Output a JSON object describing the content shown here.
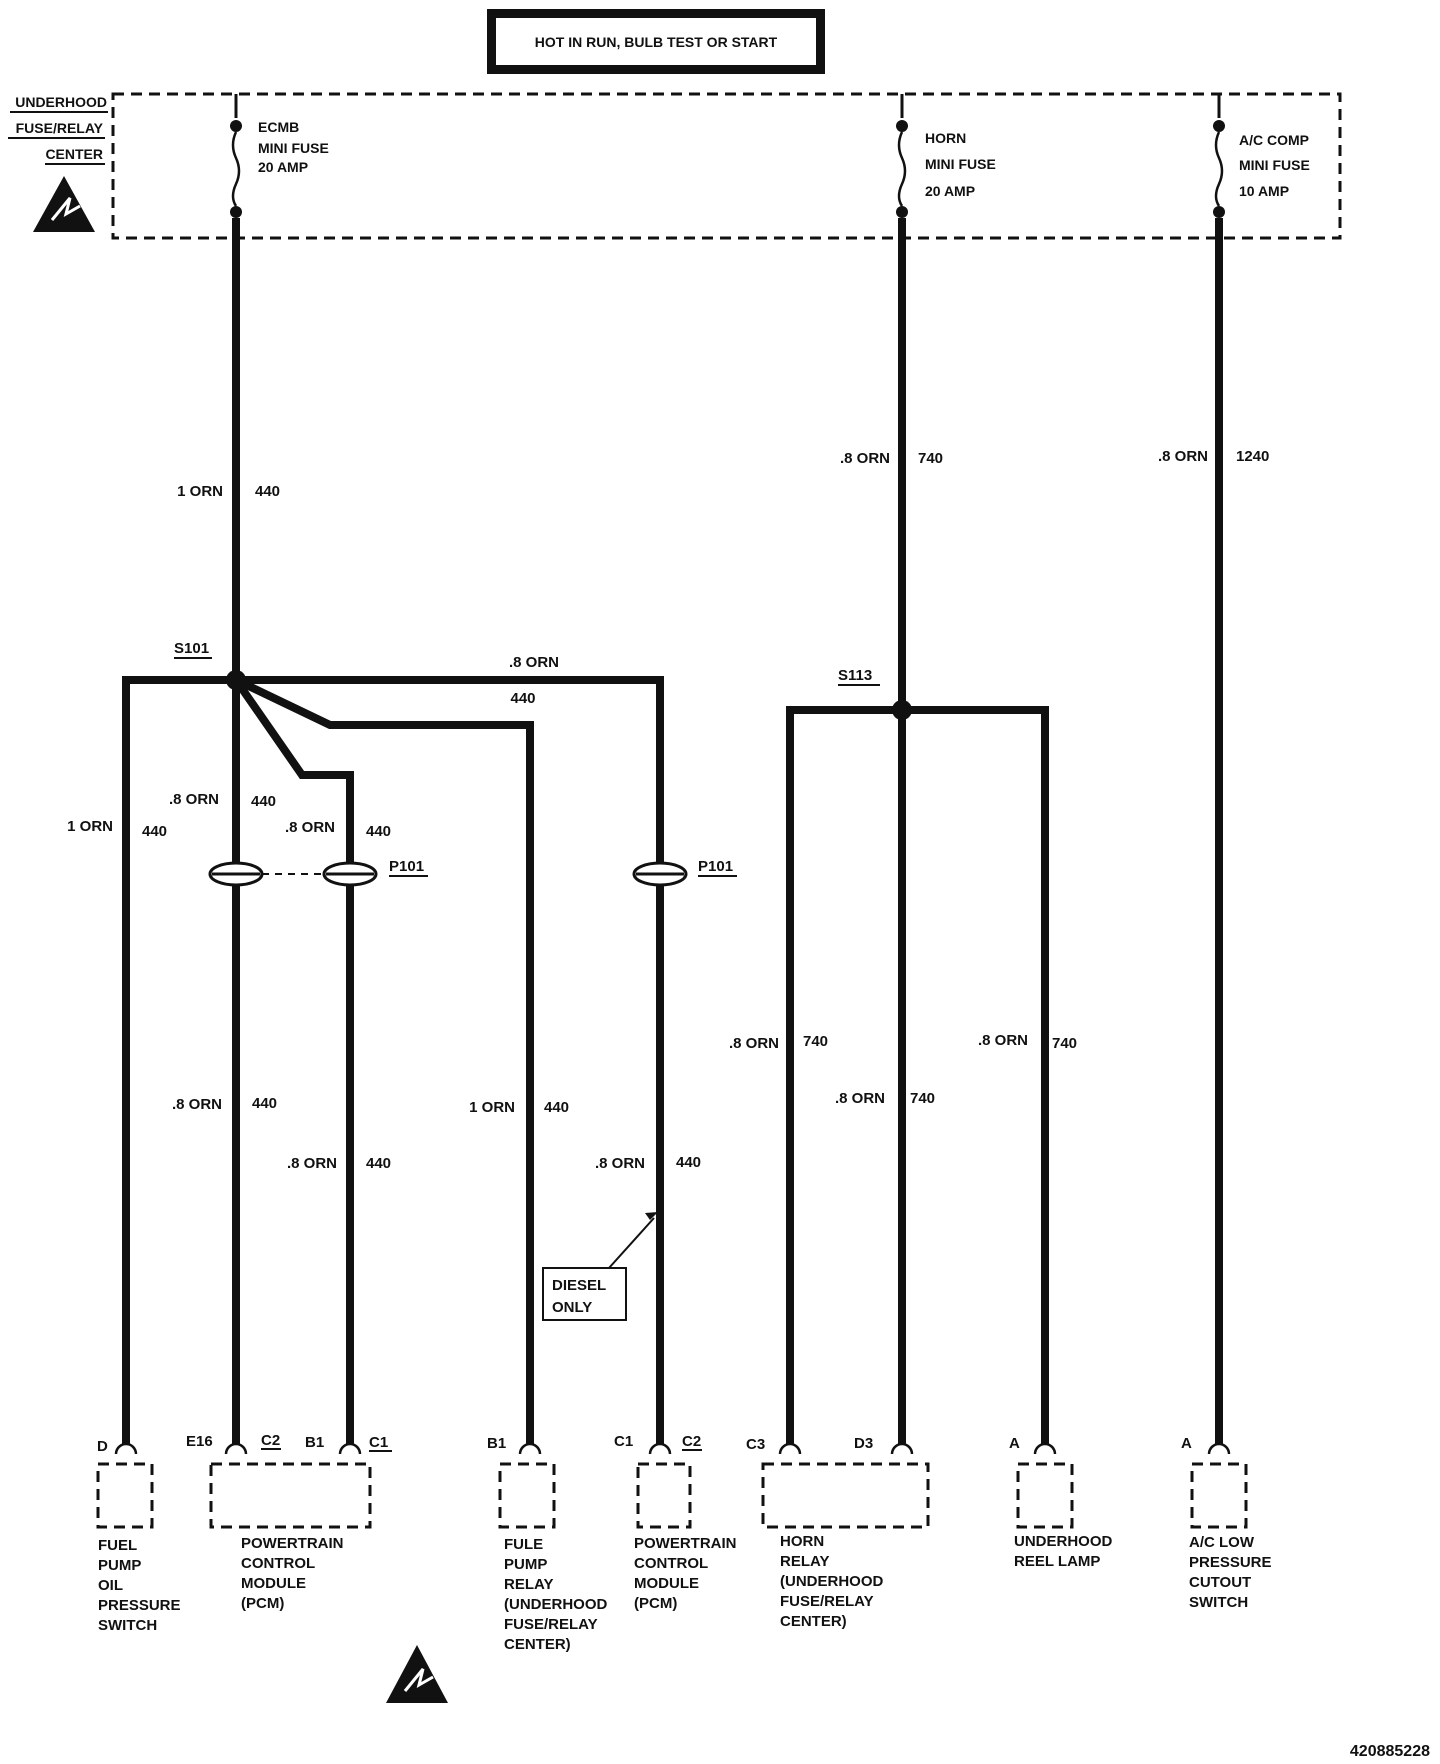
{
  "header": {
    "text": "HOT IN RUN, BULB TEST OR START"
  },
  "fuse_center": {
    "line1": "UNDERHOOD",
    "line2": "FUSE/RELAY",
    "line3": "CENTER"
  },
  "fuses": {
    "ecmb": [
      "ECMB",
      "MINI FUSE",
      "20 AMP"
    ],
    "horn": [
      "HORN",
      "MINI FUSE",
      "20 AMP"
    ],
    "ac": [
      "A/C COMP",
      "MINI FUSE",
      "10 AMP"
    ]
  },
  "wires": {
    "main_ecmb": {
      "gauge": "1 ORN",
      "circuit": "440"
    },
    "main_horn": {
      "gauge": ".8 ORN",
      "circuit": "740"
    },
    "main_ac": {
      "gauge": ".8 ORN",
      "circuit": "1240"
    },
    "top_branch": {
      "gauge": ".8 ORN",
      "circuit": "440"
    },
    "fp_upper": {
      "gauge": "1 ORN",
      "circuit": "440"
    },
    "pcm_e16_upper": {
      "gauge": ".8 ORN",
      "circuit": "440"
    },
    "pcm_b1_upper": {
      "gauge": ".8 ORN",
      "circuit": "440"
    },
    "pcm_e16_lower": {
      "gauge": ".8 ORN",
      "circuit": "440"
    },
    "pcm_b1_lower": {
      "gauge": ".8 ORN",
      "circuit": "440"
    },
    "fuel_relay": {
      "gauge": "1 ORN",
      "circuit": "440"
    },
    "pcm2_lower": {
      "gauge": ".8 ORN",
      "circuit": "440"
    },
    "horn_c3": {
      "gauge": ".8 ORN",
      "circuit": "740"
    },
    "horn_d3": {
      "gauge": ".8 ORN",
      "circuit": "740"
    },
    "reel": {
      "gauge": ".8 ORN",
      "circuit": "740"
    }
  },
  "splices": {
    "s101": "S101",
    "s113": "S113"
  },
  "connectors": {
    "p101_left": "P101",
    "p101_right": "P101"
  },
  "diesel_note": [
    "DIESEL",
    "ONLY"
  ],
  "pins": {
    "fp": "D",
    "pcm_e16": "E16",
    "pcm_c2": "C2",
    "pcm_b1": "B1",
    "pcm_c1": "C1",
    "relay_b1": "B1",
    "pcm2_c1": "C1",
    "pcm2_c2": "C2",
    "horn_c3": "C3",
    "horn_d3": "D3",
    "reel_a": "A",
    "ac_a": "A"
  },
  "components": {
    "fuel_pump_switch": [
      "FUEL",
      "PUMP",
      "OIL",
      "PRESSURE",
      "SWITCH"
    ],
    "pcm1": [
      "POWERTRAIN",
      "CONTROL",
      "MODULE",
      "(PCM)"
    ],
    "fuel_relay": [
      "FULE",
      "PUMP",
      "RELAY",
      "(UNDERHOOD",
      "FUSE/RELAY",
      "CENTER)"
    ],
    "pcm2": [
      "POWERTRAIN",
      "CONTROL",
      "MODULE",
      "(PCM)"
    ],
    "horn_relay": [
      "HORN",
      "RELAY",
      "(UNDERHOOD",
      "FUSE/RELAY",
      "CENTER)"
    ],
    "reel_lamp": [
      "UNDERHOOD",
      "REEL LAMP"
    ],
    "ac_switch": [
      "A/C LOW",
      "PRESSURE",
      "CUTOUT",
      "SWITCH"
    ]
  },
  "figure_number": "420885228",
  "icons": {
    "esd": "esd-warning-icon"
  }
}
